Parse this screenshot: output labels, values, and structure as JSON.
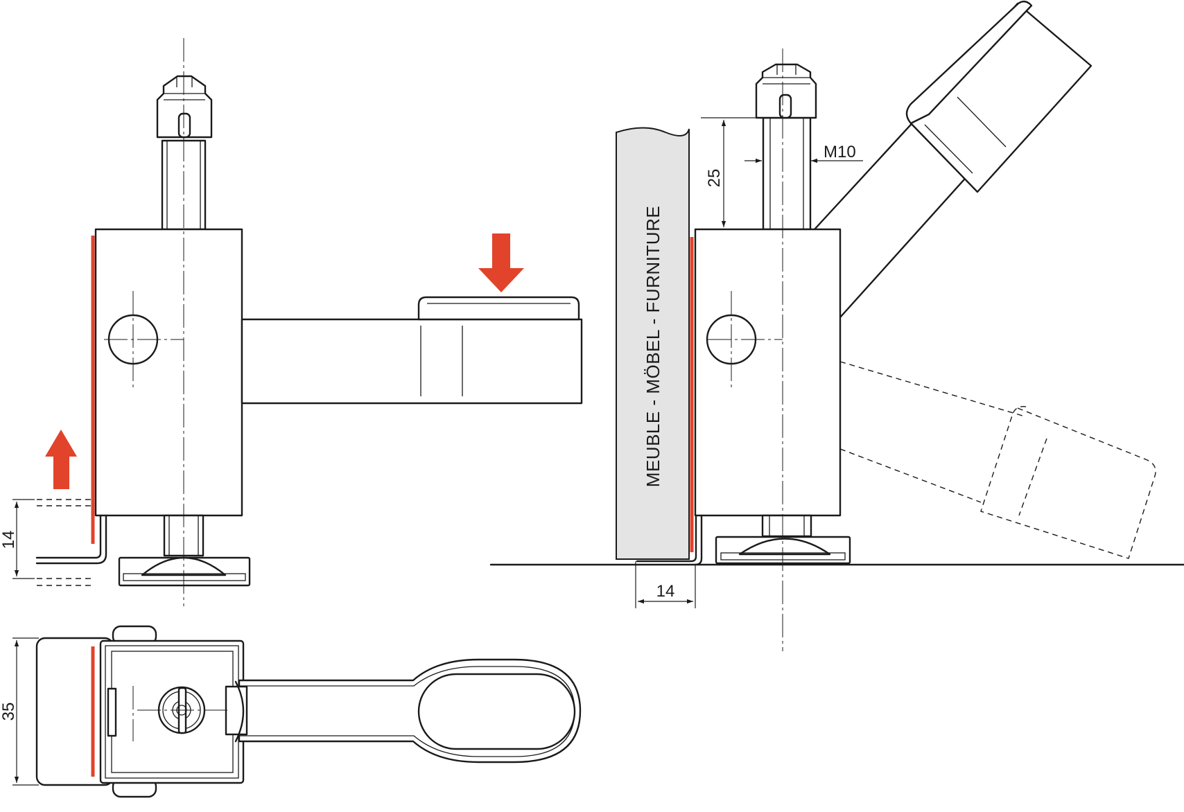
{
  "dimensions": {
    "left_gap": "14",
    "thread_length": "25",
    "thread_size": "M10",
    "floor_gap": "14",
    "width": "35"
  },
  "panel_label": "MEUBLE - MÖBEL - FURNITURE",
  "colors": {
    "accent": "#e2432b",
    "line": "#1a1a1a",
    "panel": "#e4e4e4",
    "background": "#ffffff"
  },
  "icons": {
    "push_down": "arrow-down-icon",
    "push_up": "arrow-up-icon"
  }
}
